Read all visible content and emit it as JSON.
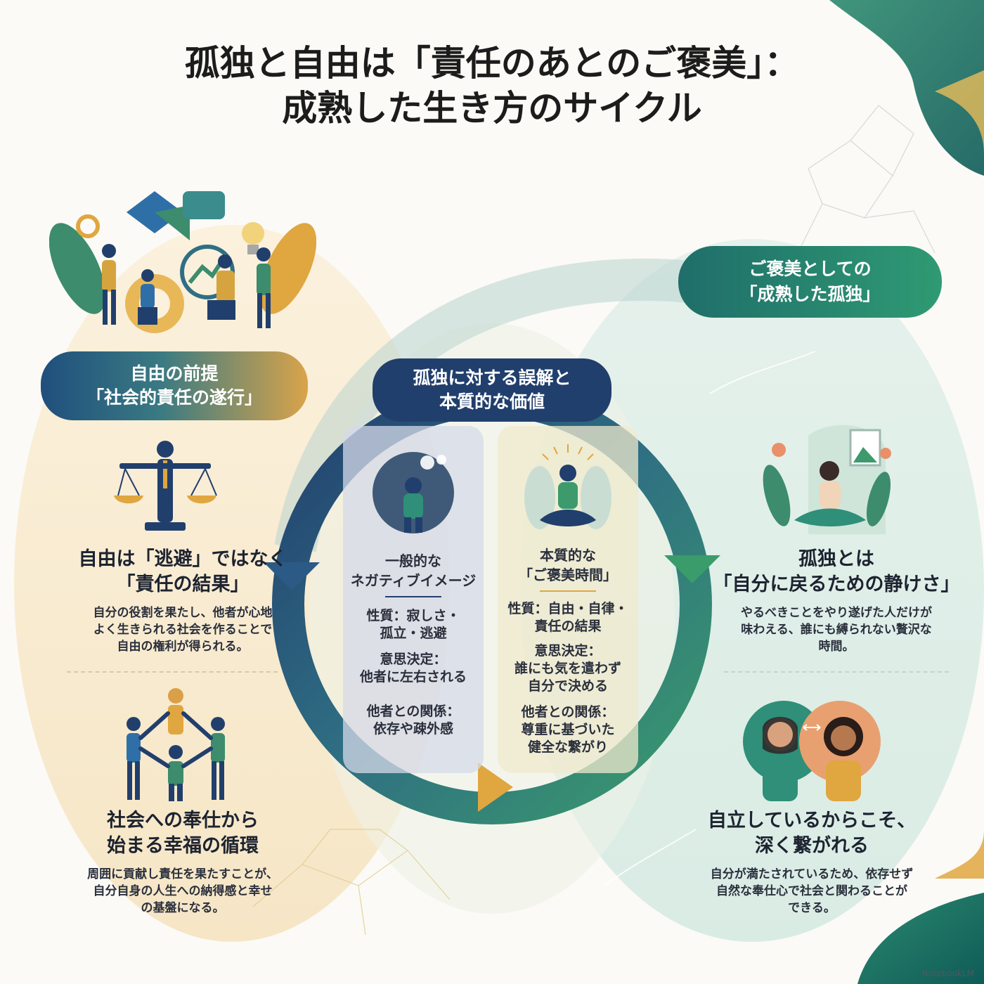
{
  "title": {
    "line1": "孤独と自由は「責任のあとのご褒美」：",
    "line2": "成熟した生き方のサイクル"
  },
  "left": {
    "pill": {
      "line1": "自由の前提",
      "line2": "「社会的責任の遂行」"
    },
    "section1": {
      "icon": "scales-icon",
      "heading1": "自由は「逃避」ではなく",
      "heading2": "「責任の結果」",
      "body": [
        "自分の役割を果たし、他者が心地",
        "よく生きられる社会を作ることで",
        "自由の権利が得られる。"
      ]
    },
    "section2": {
      "icon": "people-circle-icon",
      "heading1": "社会への奉仕から",
      "heading2": "始まる幸福の循環",
      "body": [
        "周囲に貢献し責任を果たすことが、",
        "自分自身の人生への納得感と幸せ",
        "の基盤になる。"
      ]
    }
  },
  "middle": {
    "pill": {
      "line1": "孤独に対する誤解と",
      "line2": "本質的な価値"
    },
    "negative": {
      "icon": "sad-person-icon",
      "title1": "一般的な",
      "title2": "ネガティブイメージ",
      "nature1": "性質：寂しさ・",
      "nature2": "孤立・逃避",
      "decision1": "意思決定：",
      "decision2": "他者に左右される",
      "relation1": "他者との関係：",
      "relation2": "依存や疎外感"
    },
    "essential": {
      "icon": "meditation-icon",
      "title1": "本質的な",
      "title2": "「ご褒美時間」",
      "nature1": "性質：自由・自律・",
      "nature2": "責任の結果",
      "decision1": "意思決定：",
      "decision2": "誰にも気を遣わず",
      "decision3": "自分で決める",
      "relation1": "他者との関係：",
      "relation2": "尊重に基づいた",
      "relation3": "健全な繋がり"
    }
  },
  "right": {
    "pill": {
      "line1": "ご褒美としての",
      "line2": "「成熟した孤独」"
    },
    "section1": {
      "icon": "relaxing-woman-icon",
      "heading1": "孤独とは",
      "heading2": "「自分に戻るための静けさ」",
      "body": [
        "やるべきことをやり遂げた人だけが",
        "味わえる、誰にも縛られない贅沢な",
        "時間。"
      ]
    },
    "section2": {
      "icon": "two-people-icon",
      "heading1": "自立しているからこそ、",
      "heading2": "深く繋がれる",
      "body": [
        "自分が満たされているため、依存せず",
        "自然な奉仕心で社会と関わることが",
        "できる。"
      ]
    }
  },
  "brand": "NotebookLM",
  "colors": {
    "navy": "#213f6c",
    "teal": "#2f8f78",
    "gold": "#e0a640",
    "cream": "#f7ead1",
    "mint": "#e3f0ea"
  }
}
